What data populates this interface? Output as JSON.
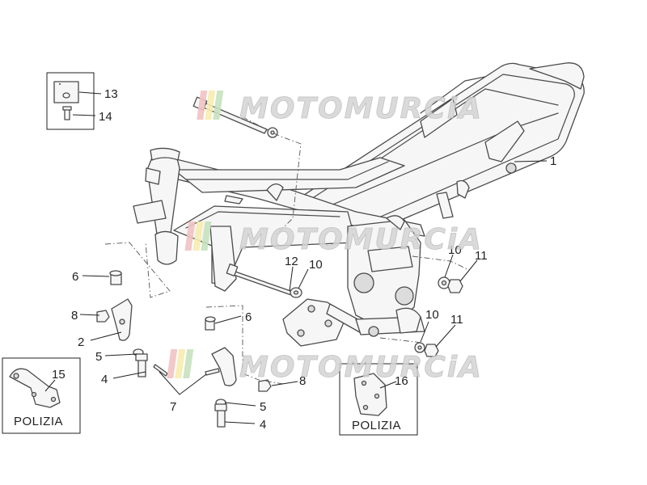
{
  "callouts": {
    "c1": "1",
    "c2": "2",
    "c4a": "4",
    "c4b": "4",
    "c5a": "5",
    "c5b": "5",
    "c6a": "6",
    "c6b": "6",
    "c7": "7",
    "c8a": "8",
    "c8b": "8",
    "c10a": "10",
    "c10b": "10",
    "c10c": "10",
    "c11a": "11",
    "c11b": "11",
    "c12": "12",
    "c13": "13",
    "c14": "14",
    "c15": "15",
    "c16": "16"
  },
  "boxes": {
    "left_label": "POLIZIA",
    "right_label": "POLIZIA"
  },
  "watermark": {
    "text": "MOTOMURCiA",
    "stripe_colors": [
      "#f1c2c2",
      "#f6ecb0",
      "#c6e2bf"
    ]
  }
}
